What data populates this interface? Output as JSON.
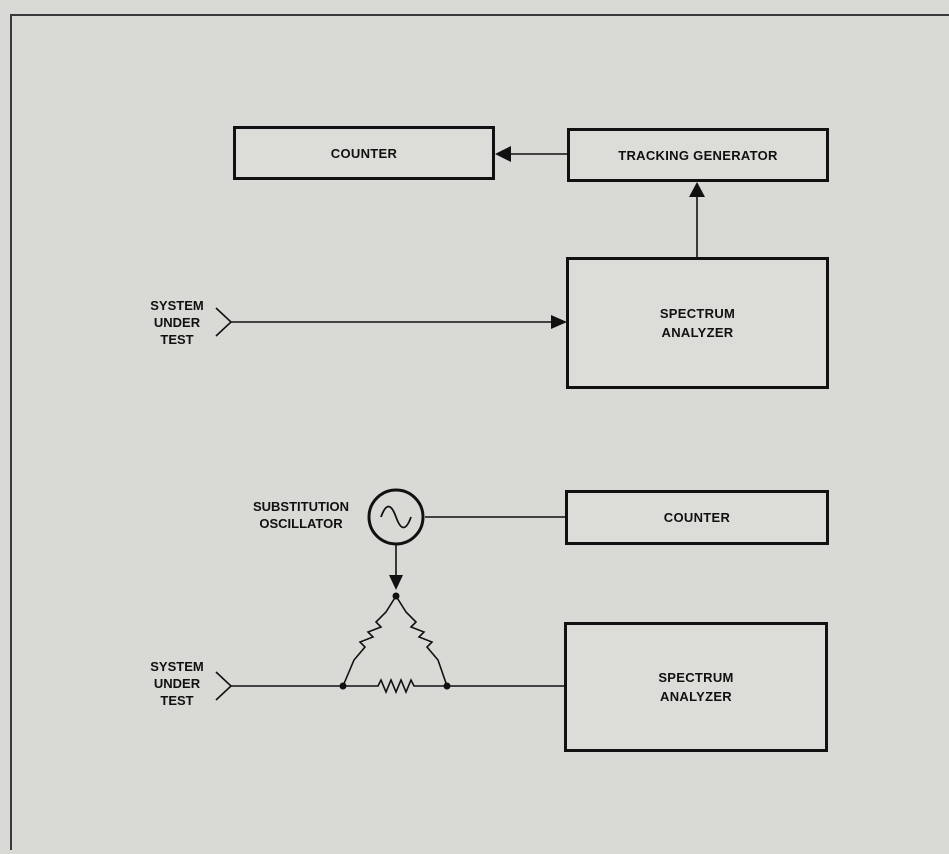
{
  "diagram": {
    "top": {
      "counter": "COUNTER",
      "tracking_generator": "TRACKING GENERATOR",
      "spectrum_analyzer": "SPECTRUM\nANALYZER",
      "system_under_test": "SYSTEM\nUNDER\nTEST"
    },
    "bottom": {
      "substitution_oscillator": "SUBSTITUTION\nOSCILLATOR",
      "counter": "COUNTER",
      "spectrum_analyzer": "SPECTRUM\nANALYZER",
      "system_under_test": "SYSTEM\nUNDER\nTEST"
    }
  }
}
